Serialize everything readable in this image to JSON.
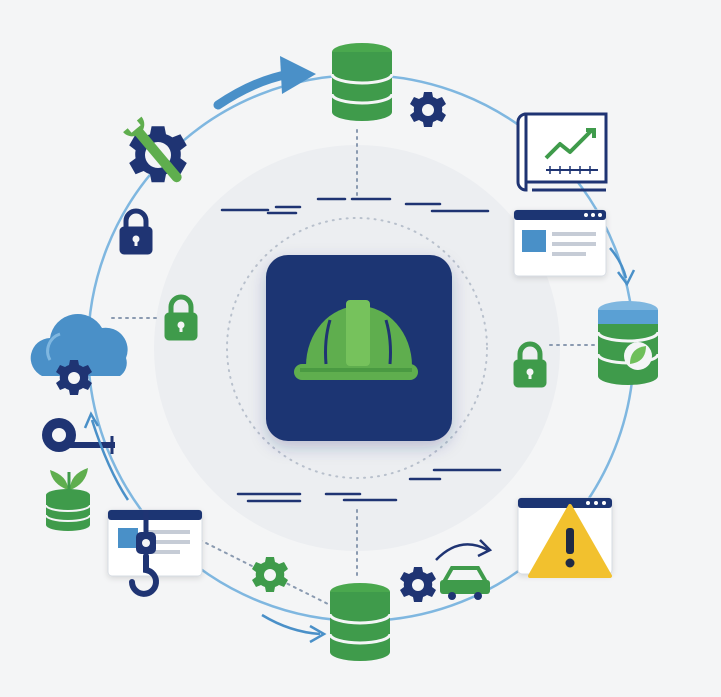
{
  "diagram": {
    "title": "",
    "labels": [],
    "colors": {
      "background": "#f4f5f6",
      "navy": "#1f3473",
      "green": "#3f9b4b",
      "light_green": "#6fbf5a",
      "blue": "#4a90c8",
      "light_blue": "#7fb7e0",
      "warning": "#f2c12e",
      "connector": "#4a90c8",
      "dotted": "#9aa7b8"
    },
    "center": {
      "icon": "hard-hat-icon",
      "container": "navy-rounded-square"
    },
    "nodes": [
      {
        "id": "top",
        "icon": "database-icon"
      },
      {
        "id": "top-gear",
        "icon": "gear-icon"
      },
      {
        "id": "upper-right",
        "icon": "blueprint-chart-icon"
      },
      {
        "id": "right-window",
        "icon": "browser-window-icon"
      },
      {
        "id": "right",
        "icon": "database-leaf-icon"
      },
      {
        "id": "right-lock",
        "icon": "lock-icon"
      },
      {
        "id": "lower-right",
        "icon": "warning-window-icon"
      },
      {
        "id": "bottom-car",
        "icon": "car-sync-icon"
      },
      {
        "id": "bottom-gear",
        "icon": "gear-icon"
      },
      {
        "id": "bottom",
        "icon": "database-icon"
      },
      {
        "id": "bottom-left-gear",
        "icon": "gear-icon"
      },
      {
        "id": "lower-left",
        "icon": "crane-hook-window-icon"
      },
      {
        "id": "left-plant",
        "icon": "tape-measure-plant-coins-icon"
      },
      {
        "id": "left",
        "icon": "cloud-gear-icon"
      },
      {
        "id": "left-lock",
        "icon": "lock-icon"
      },
      {
        "id": "upper-left",
        "icon": "gear-wrench-icon"
      },
      {
        "id": "upper-left-lock",
        "icon": "lock-icon"
      }
    ],
    "arrows": [
      {
        "from": "upper-left",
        "to": "top",
        "icon": "arrow-right-icon"
      },
      {
        "from": "right-window",
        "to": "right",
        "icon": "arrow-down-icon"
      },
      {
        "from": "lower-left",
        "to": "bottom",
        "icon": "arrow-right-icon"
      },
      {
        "from": "lower-left",
        "to": "left-plant",
        "icon": "arrow-up-icon"
      }
    ]
  }
}
